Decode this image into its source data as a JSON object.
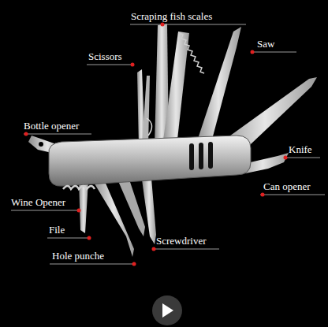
{
  "diagram": {
    "labels": [
      "Scraping fish scales",
      "Saw",
      "Scissors",
      "Bottle opener",
      "Knife",
      "Can opener",
      "Wine Opener",
      "File",
      "Screwdriver",
      "Hole punche"
    ]
  }
}
